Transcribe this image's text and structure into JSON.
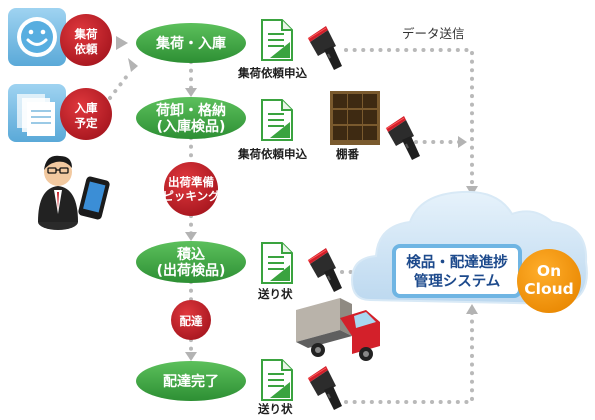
{
  "inputs": {
    "shipper_badge": [
      "集荷",
      "依頼"
    ],
    "inbound_badge": [
      "入庫",
      "予定"
    ]
  },
  "flow": {
    "step1": "集荷・入庫",
    "step2": [
      "荷卸・格納",
      "(入庫検品)"
    ],
    "step3": [
      "積込",
      "(出荷検品)"
    ],
    "step4": "配達完了",
    "transit_picking": [
      "出荷準備",
      "ピッキング"
    ],
    "transit_delivery": "配達"
  },
  "documents": {
    "doc1_label": "集荷依頼申込",
    "doc2_label": "集荷依頼申込",
    "shelf_label": "棚番",
    "doc3_label": "送り状",
    "doc4_label": "送り状"
  },
  "data_transfer_label": "データ送信",
  "cloud": {
    "system_name": [
      "検品・配達進捗",
      "管理システム"
    ],
    "badge": [
      "On",
      "Cloud"
    ]
  },
  "colors": {
    "green": "#3aa33f",
    "red": "#c8202a",
    "cloud_blue": "#cde4f4",
    "badge_orange": "#f29600",
    "connector_gray": "#b9b9b9"
  },
  "icons": [
    "smiley-face-icon",
    "documents-stack-icon",
    "worker-with-tablet-icon",
    "document-icon",
    "barcode-scanner-icon",
    "shelf-icon",
    "delivery-truck-icon",
    "cloud-icon"
  ]
}
